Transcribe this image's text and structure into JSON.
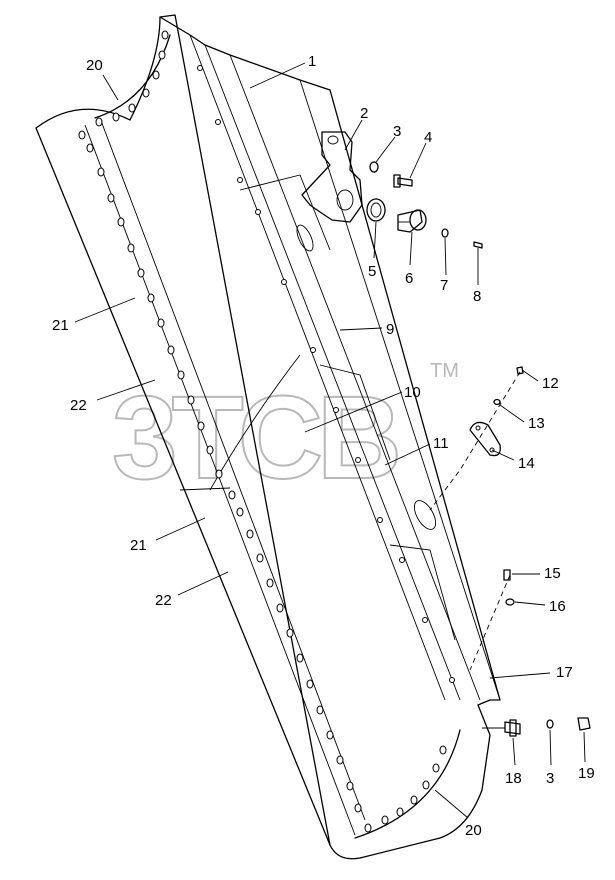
{
  "watermark": {
    "text": "3TCB",
    "mark": "TM"
  },
  "callouts": [
    {
      "id": "c1",
      "label": "1"
    },
    {
      "id": "c2",
      "label": "2"
    },
    {
      "id": "c3a",
      "label": "3"
    },
    {
      "id": "c4",
      "label": "4"
    },
    {
      "id": "c5",
      "label": "5"
    },
    {
      "id": "c6",
      "label": "6"
    },
    {
      "id": "c7",
      "label": "7"
    },
    {
      "id": "c8",
      "label": "8"
    },
    {
      "id": "c9",
      "label": "9"
    },
    {
      "id": "c10",
      "label": "10"
    },
    {
      "id": "c11",
      "label": "11"
    },
    {
      "id": "c12",
      "label": "12"
    },
    {
      "id": "c13",
      "label": "13"
    },
    {
      "id": "c14",
      "label": "14"
    },
    {
      "id": "c15",
      "label": "15"
    },
    {
      "id": "c16",
      "label": "16"
    },
    {
      "id": "c17",
      "label": "17"
    },
    {
      "id": "c18",
      "label": "18"
    },
    {
      "id": "c3b",
      "label": "3"
    },
    {
      "id": "c19",
      "label": "19"
    },
    {
      "id": "c20a",
      "label": "20"
    },
    {
      "id": "c20b",
      "label": "20"
    },
    {
      "id": "c21a",
      "label": "21"
    },
    {
      "id": "c21b",
      "label": "21"
    },
    {
      "id": "c22a",
      "label": "22"
    },
    {
      "id": "c22b",
      "label": "22"
    }
  ]
}
